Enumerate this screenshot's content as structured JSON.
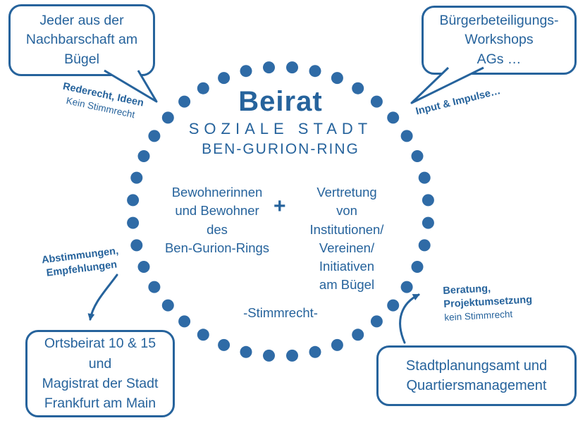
{
  "colors": {
    "primary": "#26639c",
    "dot": "#2f6ba6"
  },
  "ring": {
    "title": "Beirat",
    "subtitle1": "SOZIALE STADT",
    "subtitle2": "BEN-GURION-RING",
    "left_group": "Bewohnerinnen\nund Bewohner\ndes\nBen-Gurion-Rings",
    "plus": "+",
    "right_group": "Vertretung\nvon\nInstitutionen/\nVereinen/\nInitiativen\nam Bügel",
    "voting": "-Stimmrecht-"
  },
  "callouts": {
    "top_left": {
      "text": "Jeder aus der\nNachbarschaft am\nBügel"
    },
    "top_right": {
      "text": "Bürgerbeteiligungs-\nWorkshops\nAGs …"
    },
    "bottom_left": {
      "text": "Ortsbeirat 10 & 15\nund\nMagistrat der Stadt\nFrankfurt am Main"
    },
    "bottom_right": {
      "text": "Stadtplanungsamt und\nQuartiersmanagement"
    }
  },
  "labels": {
    "top_left": {
      "bold": "Rederecht, Ideen",
      "normal": "Kein Stimmrecht"
    },
    "top_right": {
      "bold": "Input & Impulse…"
    },
    "left": {
      "bold": "Abstimmungen,\nEmpfehlungen"
    },
    "right": {
      "bold": "Beratung,\nProjektumsetzung",
      "normal": "kein Stimmrecht"
    }
  }
}
